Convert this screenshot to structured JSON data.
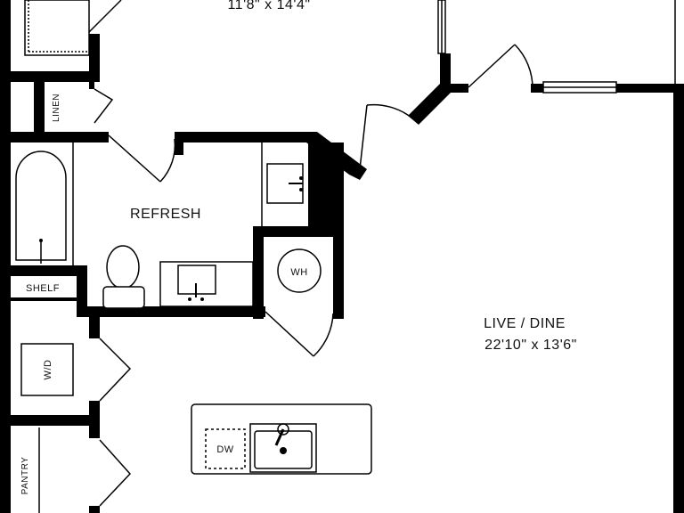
{
  "plan": {
    "top_room_dims": "11'8\" x 14'4\"",
    "rooms": {
      "refresh": "REFRESH",
      "live_dine_name": "LIVE / DINE",
      "live_dine_dims": "22'10\" x 13'6\""
    },
    "labels": {
      "linen": "LINEN",
      "shelf": "SHELF",
      "wd": "W/D",
      "wh": "WH",
      "dw": "DW",
      "pantry": "PANTRY"
    }
  }
}
